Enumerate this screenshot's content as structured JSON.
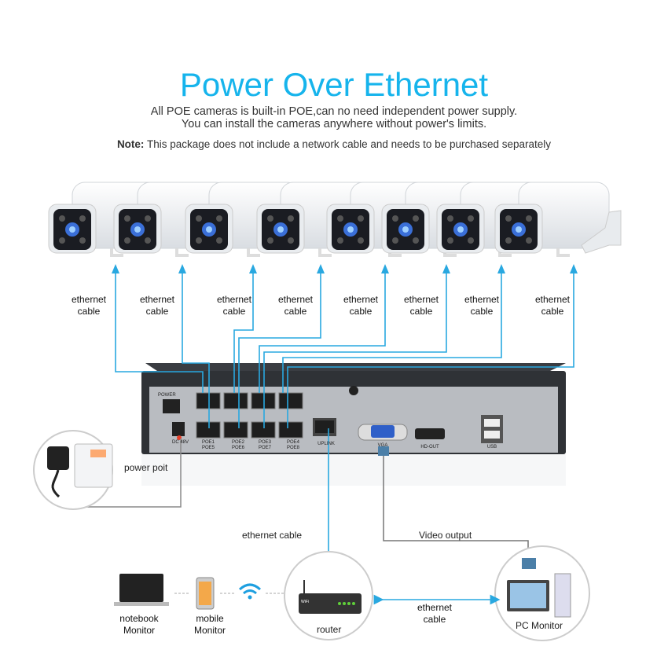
{
  "header": {
    "title": "Power Over Ethernet",
    "subtitle_line1": "All POE cameras is built-in POE,can no need independent power supply.",
    "subtitle_line2": "You can install the cameras anywhere without power's limits.",
    "note_label": "Note:",
    "note_text": " This package does not include a network cable and needs to be purchased separately"
  },
  "cameras": {
    "count": 8,
    "cable_label_line1": "ethernet",
    "cable_label_line2": "cable"
  },
  "nvr": {
    "power_label": "POWER",
    "dc_label": "DC 48V",
    "ports": [
      [
        "POE1",
        "POE5"
      ],
      [
        "POE2",
        "POE6"
      ],
      [
        "POE3",
        "POE7"
      ],
      [
        "POE4",
        "POE8"
      ]
    ],
    "uplink_label": "UPLINK",
    "vga_label": "VGA",
    "hdout_label": "HD-OUT",
    "usb_label": "USB"
  },
  "labels": {
    "power_point": "power poit",
    "ethernet_cable": "ethernet cable",
    "video_output": "Video output",
    "router": "router",
    "router_pc_cable_line1": "ethernet",
    "router_pc_cable_line2": "cable",
    "pc_monitor": "PC Monitor",
    "notebook_line1": "notebook",
    "notebook_line2": "Monitor",
    "mobile_line1": "mobile",
    "mobile_line2": "Monitor",
    "router_wifi_badge": "WiFi"
  },
  "colors": {
    "title": "#16b4ec",
    "cable": "#29a8e0",
    "nvr_body": "#3a3d42",
    "nvr_panel": "#b9bcc1"
  }
}
